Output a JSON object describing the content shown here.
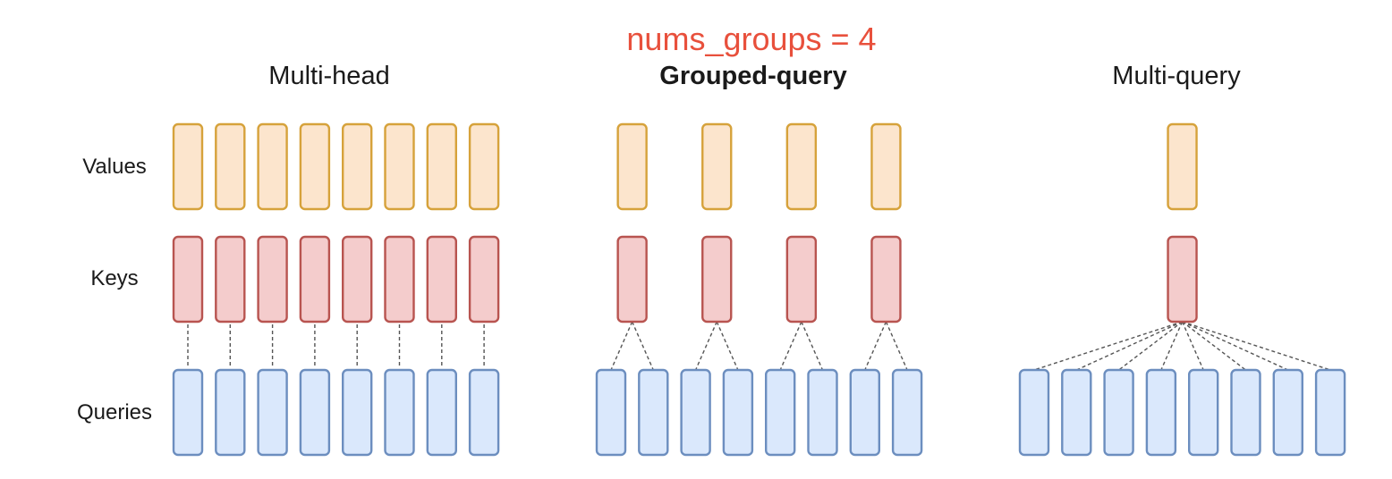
{
  "annotation": {
    "text": "nums_groups = 4",
    "color": "#e8503c"
  },
  "row_labels": {
    "values": "Values",
    "keys": "Keys",
    "queries": "Queries"
  },
  "panels": [
    {
      "id": "multi-head",
      "title": "Multi-head",
      "bold": false,
      "num_queries": 8,
      "num_kv": 8
    },
    {
      "id": "grouped-query",
      "title": "Grouped-query",
      "bold": true,
      "num_queries": 8,
      "num_kv": 4
    },
    {
      "id": "multi-query",
      "title": "Multi-query",
      "bold": false,
      "num_queries": 8,
      "num_kv": 1
    }
  ],
  "colors": {
    "values_fill": "#fce5cd",
    "values_stroke": "#d6a23b",
    "keys_fill": "#f4cccc",
    "keys_stroke": "#b85450",
    "queries_fill": "#dae8fc",
    "queries_stroke": "#6c8ebf",
    "connector": "#555555"
  }
}
